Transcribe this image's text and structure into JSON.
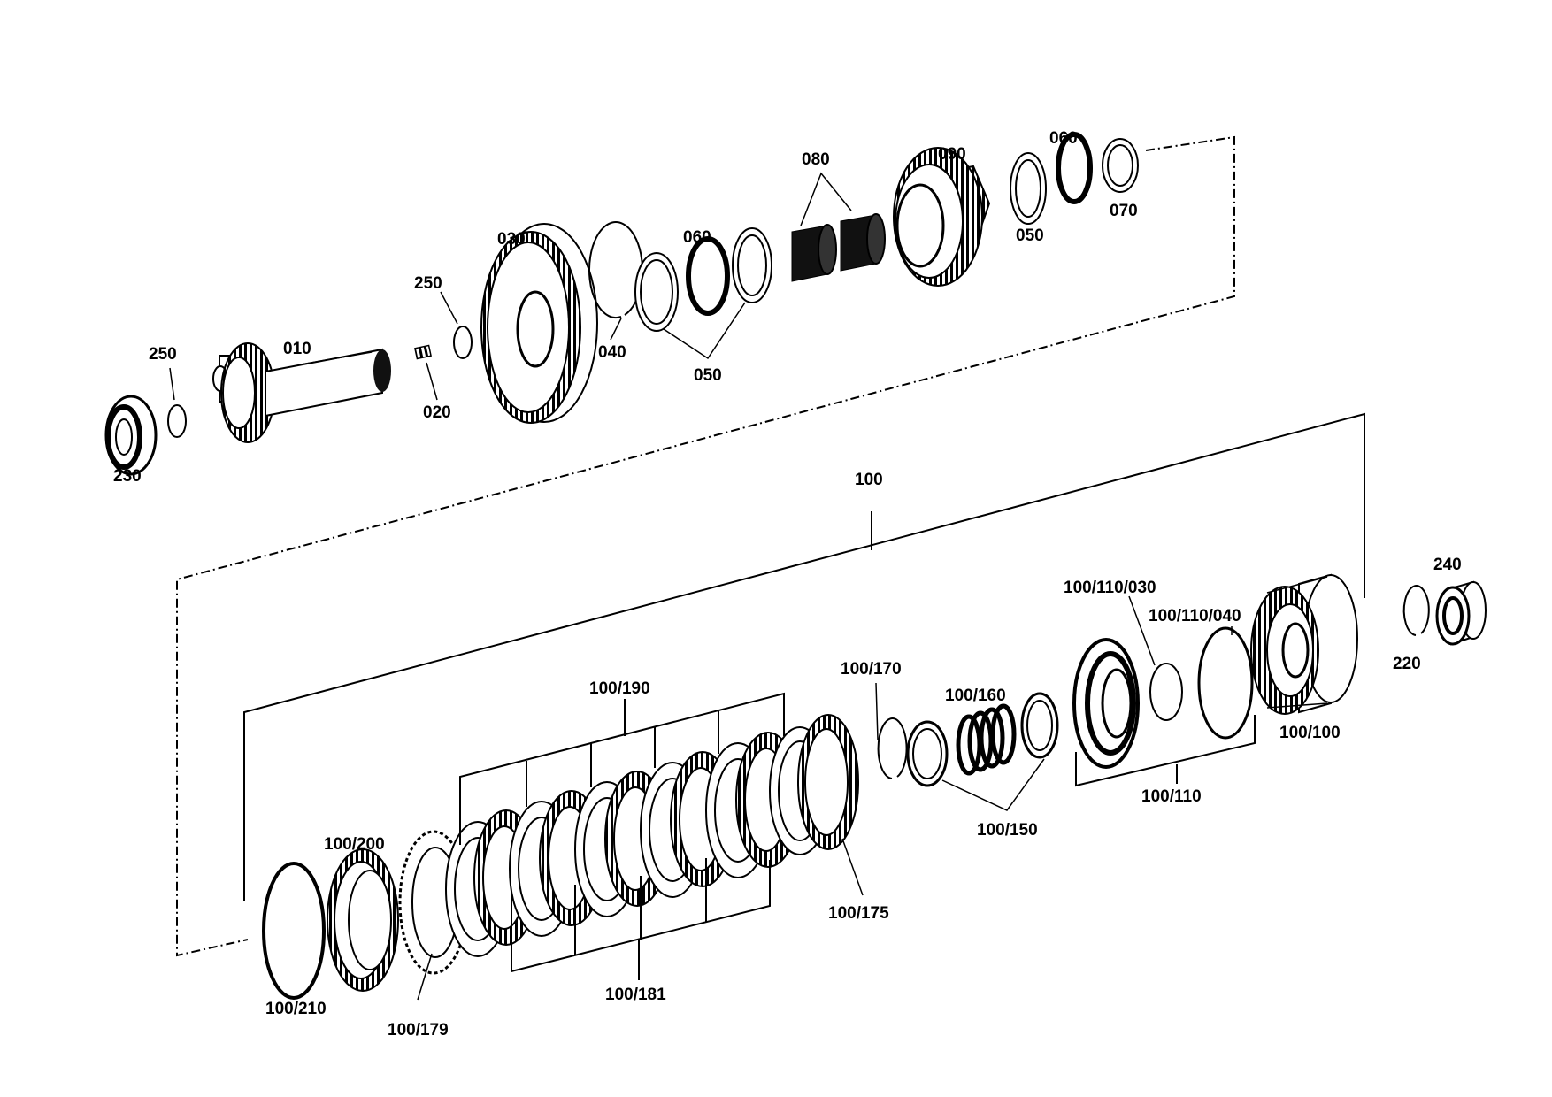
{
  "labels": {
    "p230": "230",
    "p250a": "250",
    "p010": "010",
    "p020": "020",
    "p250b": "250",
    "p030": "030",
    "p040": "040",
    "p060a": "060",
    "p050a": "050",
    "p080": "080",
    "p090": "090",
    "p050b": "050",
    "p060b": "060",
    "p070": "070",
    "p100": "100",
    "p100_210": "100/210",
    "p100_200": "100/200",
    "p100_179": "100/179",
    "p100_190": "100/190",
    "p100_181": "100/181",
    "p100_175": "100/175",
    "p100_170": "100/170",
    "p100_160": "100/160",
    "p100_150": "100/150",
    "p100_110_030": "100/110/030",
    "p100_110_040": "100/110/040",
    "p100_110": "100/110",
    "p100_100": "100/100",
    "p240": "240",
    "p220": "220"
  }
}
